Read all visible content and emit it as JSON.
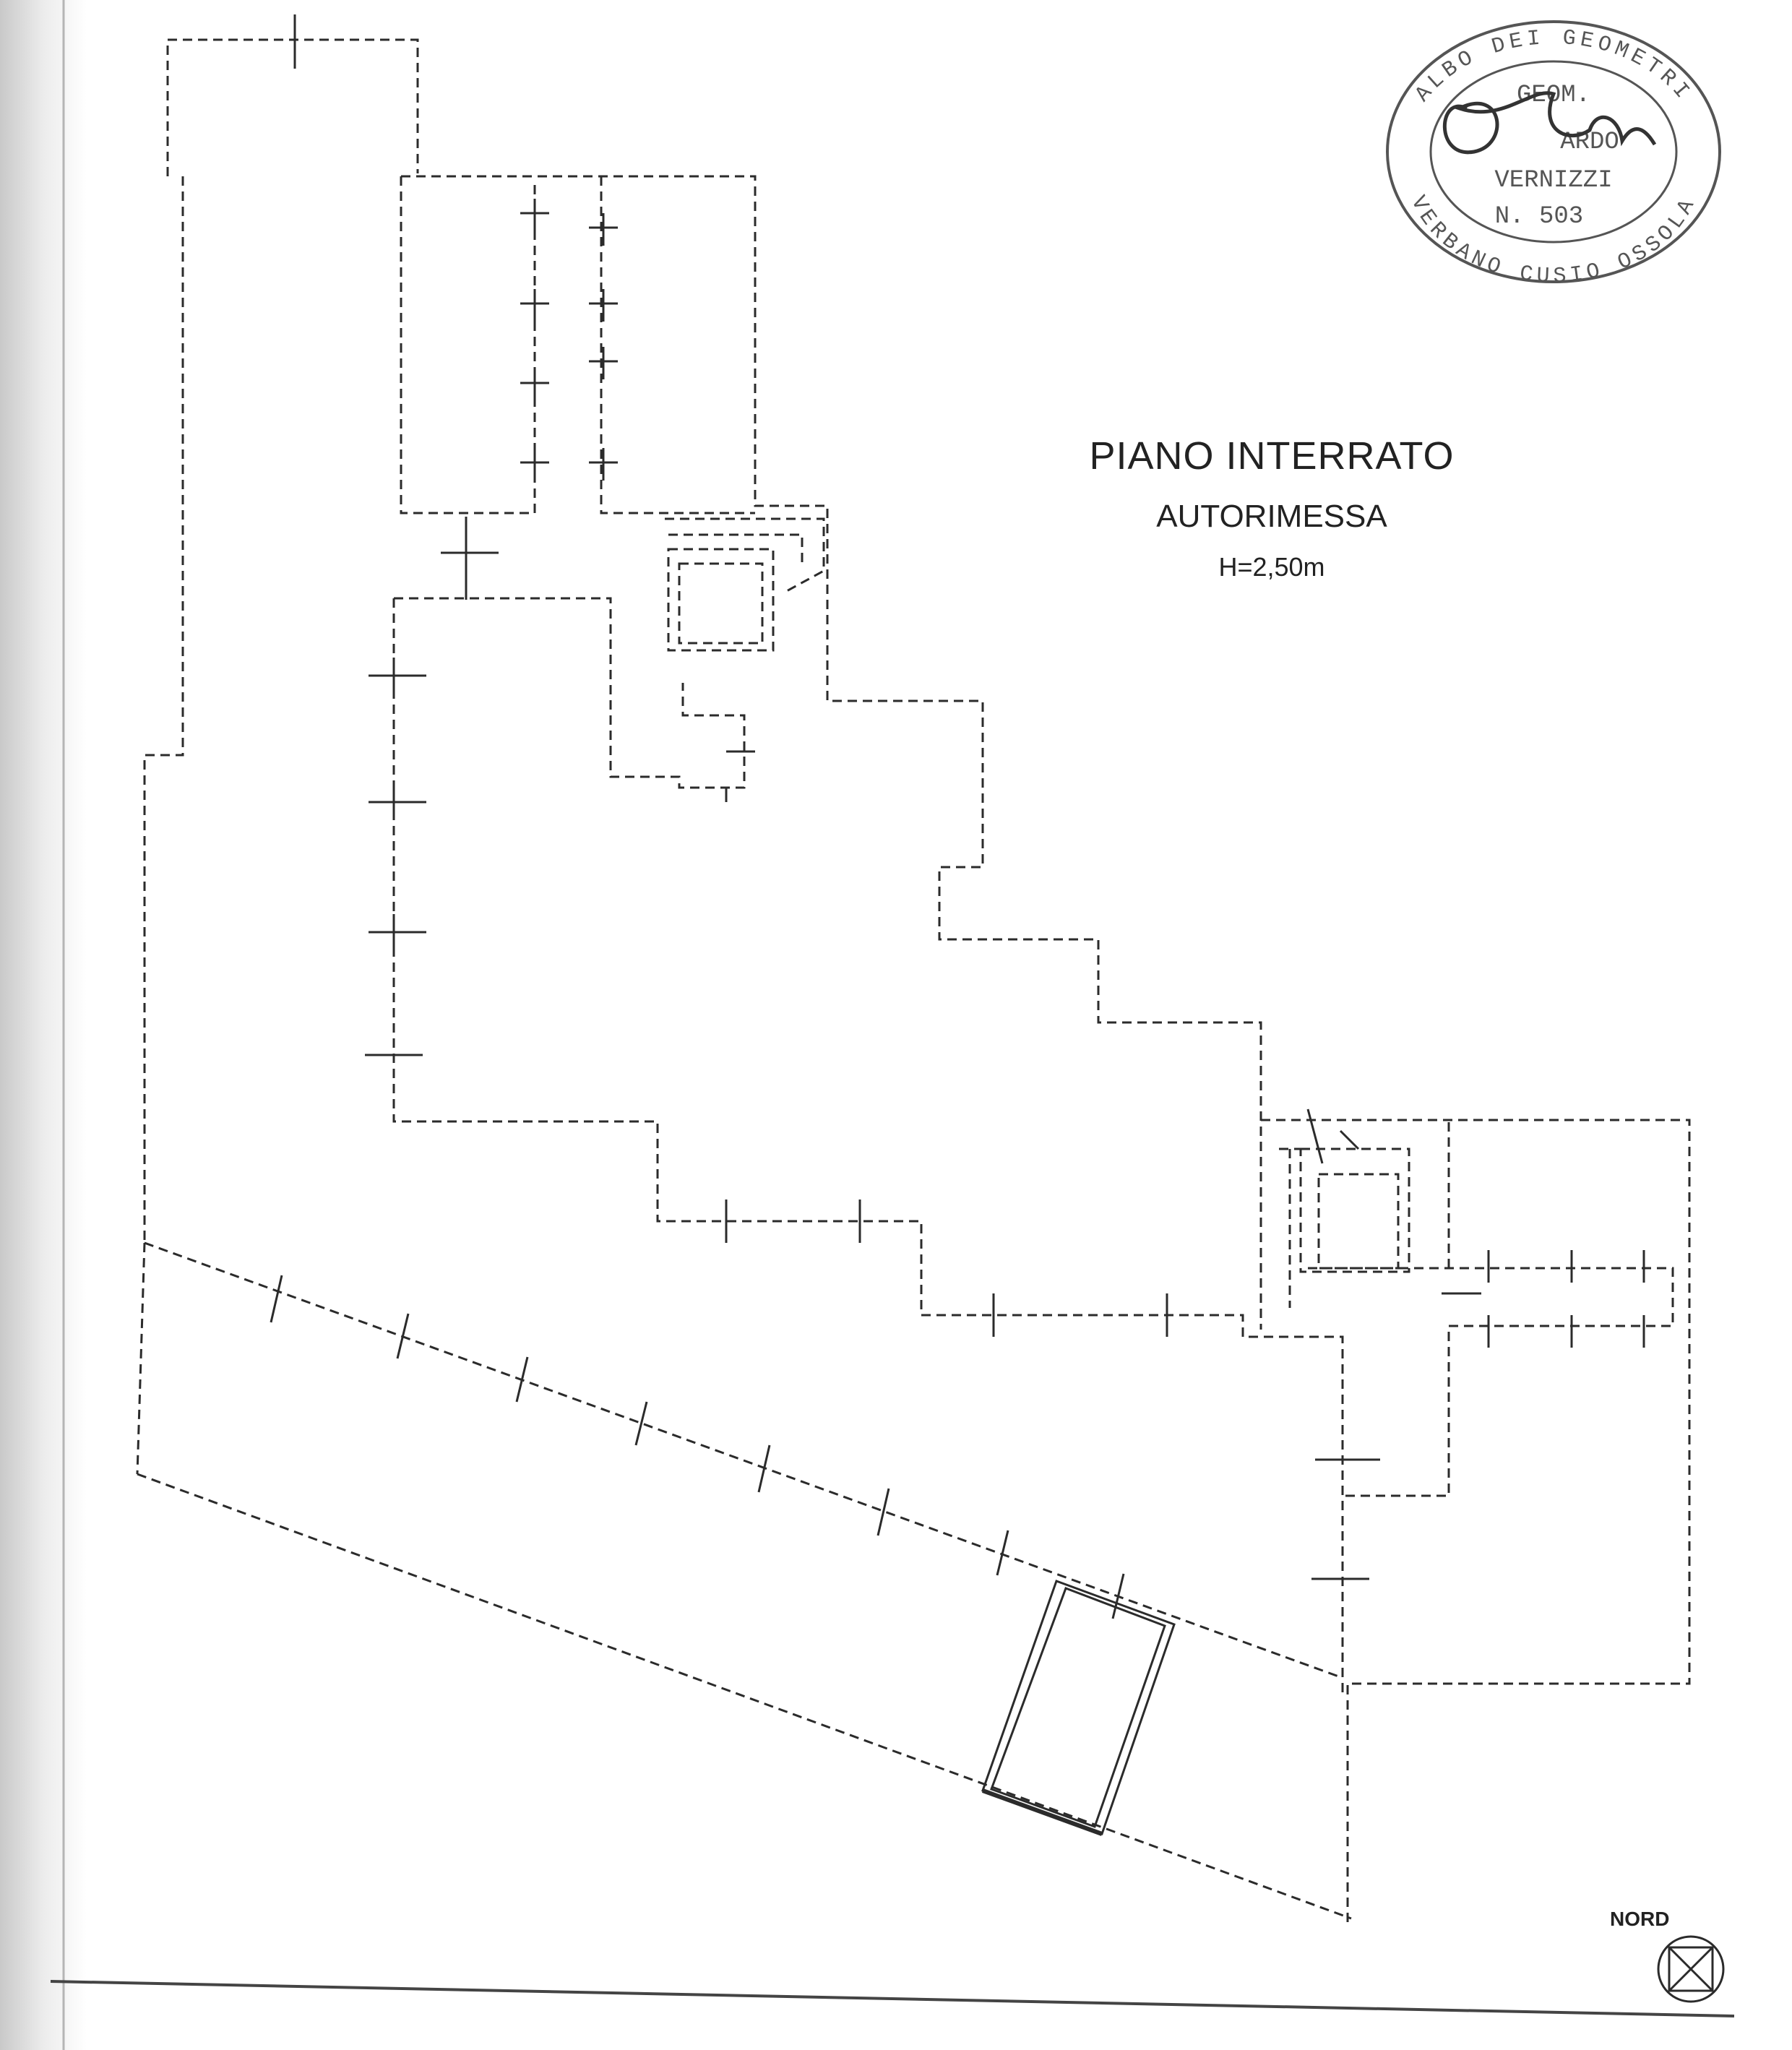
{
  "plan": {
    "title": "PIANO INTERRATO",
    "subtitle": "AUTORIMESSA",
    "height_note": "H=2,50m"
  },
  "north": {
    "label": "NORD"
  },
  "stamp": {
    "ring_top": "ALBO DEI GEOMETRI",
    "ring_bottom": "VERBANO CUSIO OSSOLA",
    "line1": "GEOM.",
    "line2": "ARDO",
    "line3": "VERNIZZI",
    "line4": "N. 503"
  },
  "colors": {
    "ink": "#2b2b2b",
    "paper": "#ffffff",
    "stamp_ink": "#555555"
  }
}
